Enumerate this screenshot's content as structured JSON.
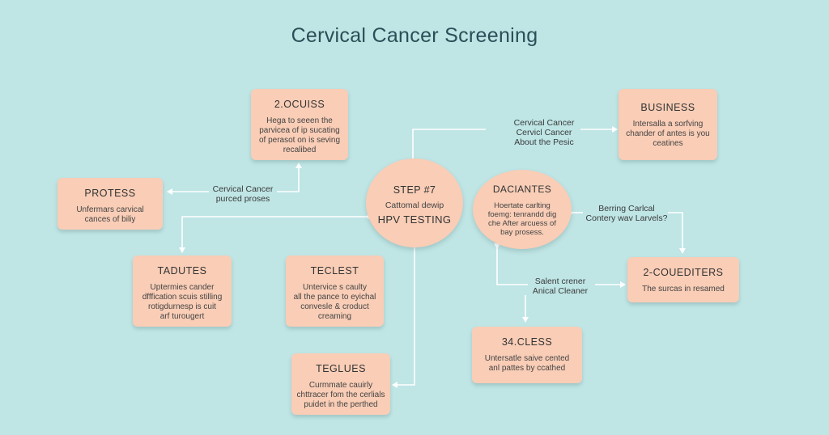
{
  "title": "Cervical Cancer Screening",
  "center": {
    "title": "STEP #7",
    "subtitle": "Cattomal dewip",
    "main": "HPV TESTING"
  },
  "right_circle": {
    "title": "DACIANTES",
    "lines": [
      "Hoertate carlting",
      "foemg: tenrandd dig",
      "che After arcuess of",
      "bay prosess."
    ]
  },
  "boxes": {
    "ocuiss": {
      "title": "2.OCUISS",
      "lines": [
        "Hega to seeen the",
        "parvicea of ip sucating",
        "of perasot on is seving",
        "recalibed"
      ]
    },
    "business": {
      "title": "BUSINESS",
      "lines": [
        "Intersalla a sorfving",
        "chander of antes is you",
        "ceatines"
      ]
    },
    "protess": {
      "title": "PROTESS",
      "lines": [
        "Unfermars carvical",
        "cances of biliy"
      ]
    },
    "tadutes": {
      "title": "TADUTES",
      "lines": [
        "Uptermies cander",
        "dfffication scuis stilling",
        "rotigdurnesp is cuit",
        "arf turougert"
      ]
    },
    "teclest": {
      "title": "TECLEST",
      "lines": [
        "Untervice s caulty",
        "all the pance to eyichal",
        "convesle & croduct",
        "creaming"
      ]
    },
    "cuediters": {
      "title": "2-COUEDITERS",
      "lines": [
        "The surcas in resamed"
      ]
    },
    "cless": {
      "title": "34.CLESS",
      "lines": [
        "Untersatle saive cented",
        "anl pattes by ccathed"
      ]
    },
    "teglues": {
      "title": "TEGLUES",
      "lines": [
        "Curmmate cauirly",
        "chttracer fom the cerlials",
        "puidet in the perthed"
      ]
    }
  },
  "labels": {
    "top_right": [
      "Cervical Cancer",
      "Cervicl Cancer",
      "About the Pesic"
    ],
    "left": [
      "Cervical Cancer",
      "purced proses"
    ],
    "right": [
      "Berring Carlcal",
      "Contery wav Larvels?"
    ],
    "bottom_right": [
      "Salent crener",
      "Anical Cleaner"
    ]
  },
  "colors": {
    "background": "#bfe5e5",
    "node_fill": "#f9cdb6",
    "connector": "#ffffff",
    "title": "#2c4e57"
  }
}
